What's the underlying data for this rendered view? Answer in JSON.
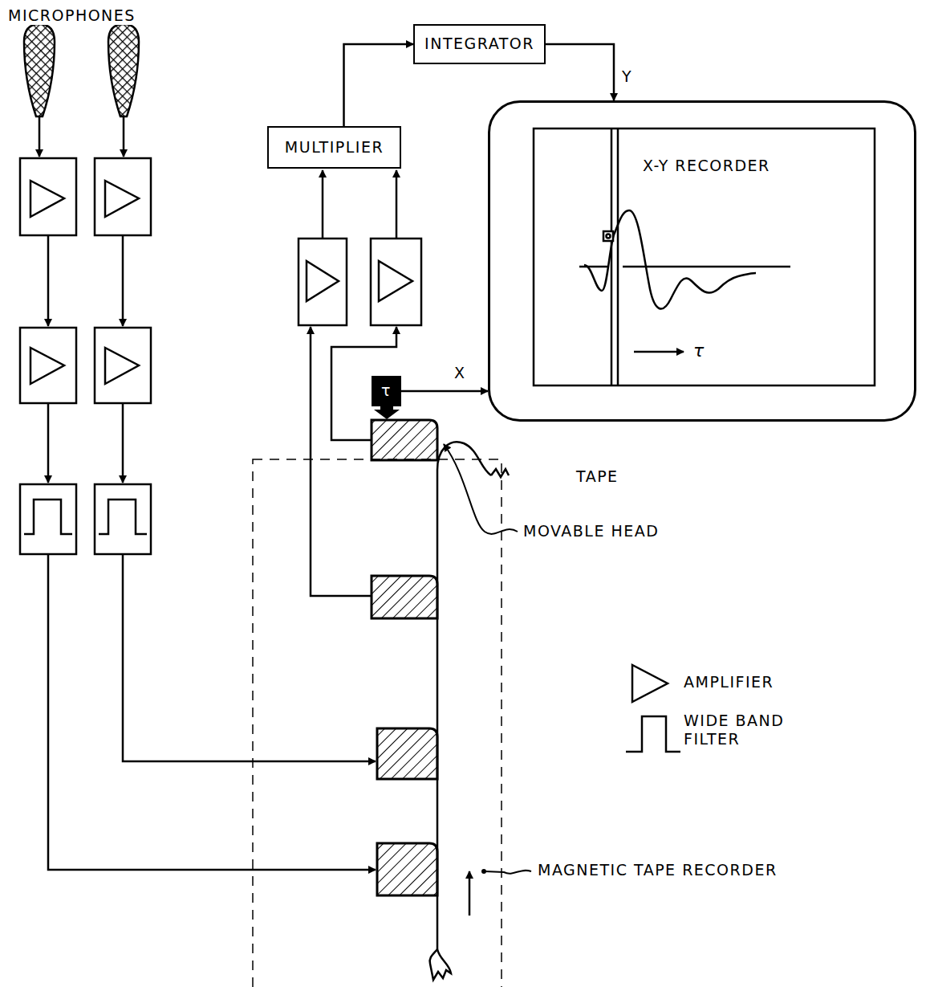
{
  "diagram": {
    "nodes": [
      {
        "text": [
          "INTEGRATOR"
        ]
      },
      {
        "text": [
          "MULTIPLIER"
        ]
      },
      {
        "text": [
          "X-Y RECORDER"
        ]
      },
      {
        "text": [
          "τ"
        ]
      }
    ],
    "edges": [
      {
        "from": 1,
        "to": 0,
        "arrow": "to"
      },
      {
        "from": 0,
        "to": 2,
        "label": "Y",
        "arrow": "to"
      },
      {
        "from": 3,
        "to": 2,
        "label": "X",
        "arrow": "to"
      }
    ],
    "labels": [
      "MICROPHONES",
      "TAPE",
      "MOVABLE HEAD",
      "τ",
      "MAGNETIC TAPE RECORDER"
    ],
    "legend": [
      {
        "text": "AMPLIFIER"
      },
      {
        "text": "WIDE BAND FILTER"
      }
    ]
  }
}
